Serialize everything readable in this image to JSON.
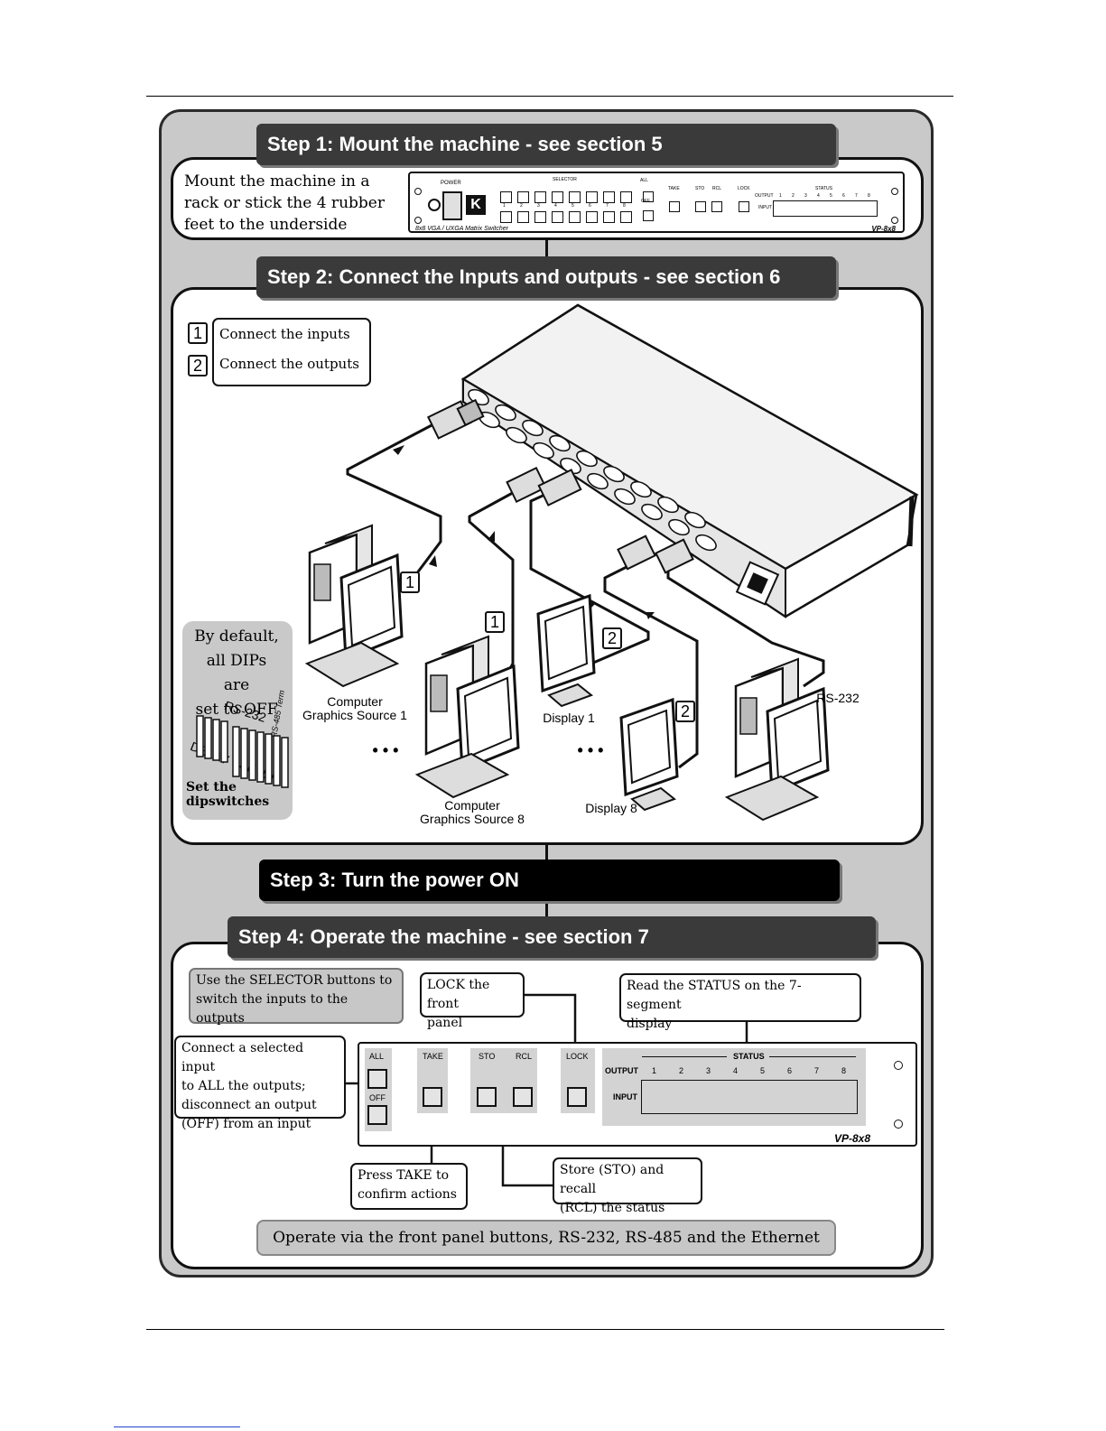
{
  "steps": {
    "step1": {
      "title": "Step 1: Mount the machine - see section 5",
      "text": [
        "Mount the machine in a",
        "rack or stick the 4 rubber",
        "feet to the underside"
      ]
    },
    "step2": {
      "title": "Step 2: Connect the Inputs and outputs - see section 6"
    },
    "step3": {
      "title": "Step 3: Turn the power ON"
    },
    "step4": {
      "title": "Step 4: Operate the machine - see section 7"
    }
  },
  "device_top": {
    "power": "POWER",
    "selector": "SELECTOR",
    "all": "ALL",
    "off": "OFF",
    "take": "TAKE",
    "sto": "STO",
    "rcl": "RCL",
    "lock": "LOCK",
    "status": "STATUS",
    "output": "OUTPUT",
    "input": "INPUT",
    "numbers": [
      "1",
      "2",
      "3",
      "4",
      "5",
      "6",
      "7",
      "8"
    ],
    "subtitle": "8x8 VGA / UXGA Matrix Switcher",
    "model": "VP-8x8"
  },
  "step2_legend": {
    "item1_num": "1",
    "item1": "Connect the inputs",
    "item2_num": "2",
    "item2": "Connect the outputs"
  },
  "dip_note": {
    "lines": [
      "By default,",
      "all DIPs are",
      "set to OFF"
    ],
    "rs232": "RS-232",
    "rs485": "RS-485 Term",
    "delay": "DELAY",
    "setup": "SETUP",
    "set_the": "Set the",
    "dipswitches": "dipswitches"
  },
  "diagram": {
    "source1": [
      "Computer",
      "Graphics Source 1"
    ],
    "source8": [
      "Computer",
      "Graphics Source 8"
    ],
    "display1": "Display 1",
    "display8": "Display 8",
    "rs232": "RS-232",
    "ellipsis": "• • •",
    "badge1": "1",
    "badge2": "2"
  },
  "step4_callouts": {
    "selector": [
      "Use the SELECTOR buttons to",
      "switch the inputs to the outputs"
    ],
    "lock": [
      "LOCK the front",
      "panel"
    ],
    "status": [
      "Read the STATUS on the 7-segment",
      "display"
    ],
    "all_off": [
      "Connect a selected input",
      "to ALL the outputs;",
      "disconnect an output",
      "(OFF) from an input"
    ],
    "take": [
      "Press TAKE to",
      "confirm actions"
    ],
    "sto_rcl": [
      "Store (STO) and recall",
      "(RCL) the status"
    ],
    "footer": "Operate via the front panel buttons, RS-232, RS-485 and the Ethernet"
  },
  "front_panel": {
    "all": "ALL",
    "off": "OFF",
    "take": "TAKE",
    "sto": "STO",
    "rcl": "RCL",
    "lock": "LOCK",
    "status": "STATUS",
    "output": "OUTPUT",
    "input": "INPUT",
    "numbers": [
      "1",
      "2",
      "3",
      "4",
      "5",
      "6",
      "7",
      "8"
    ],
    "model": "VP-8x8"
  }
}
